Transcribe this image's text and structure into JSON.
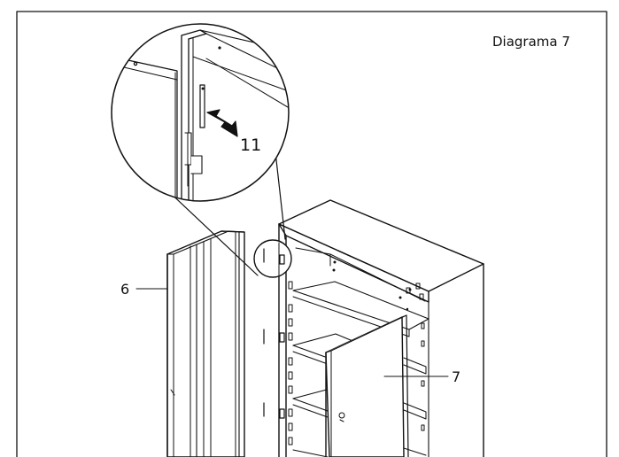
{
  "diagram": {
    "title": "Diagrama 7",
    "labels": {
      "part_6": "6",
      "part_7": "7",
      "part_11": "11"
    }
  }
}
